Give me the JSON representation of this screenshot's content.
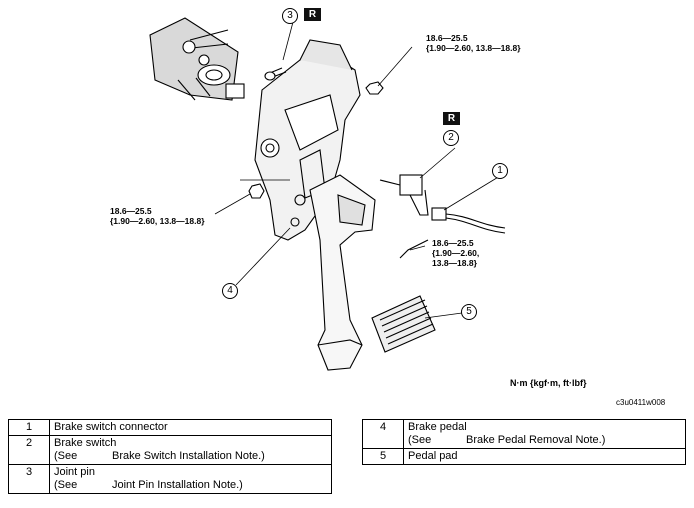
{
  "diagram": {
    "torque_values": {
      "top_right": [
        "18.6—25.5",
        "{1.90—2.60, 13.8—18.8}"
      ],
      "left": [
        "18.6—25.5",
        "{1.90—2.60, 13.8—18.8}"
      ],
      "bottom_right": [
        "18.6—25.5",
        "{1.90—2.60,",
        "13.8—18.8}"
      ]
    },
    "badges": [
      "R",
      "R"
    ],
    "callouts": [
      "1",
      "2",
      "3",
      "4",
      "5"
    ],
    "units": "N·m {kgf·m, ft·lbf}",
    "figure_code": "c3u0411w008"
  },
  "legend_left": [
    {
      "num": "1",
      "name": "Brake switch connector",
      "see": "",
      "note": ""
    },
    {
      "num": "2",
      "name": "Brake switch",
      "see": "(See",
      "note": "Brake Switch Installation Note.)"
    },
    {
      "num": "3",
      "name": "Joint pin",
      "see": "(See",
      "note": "Joint Pin Installation Note.)"
    }
  ],
  "legend_right": [
    {
      "num": "4",
      "name": "Brake pedal",
      "see": "(See",
      "note": "Brake Pedal Removal Note.)"
    },
    {
      "num": "5",
      "name": "Pedal pad",
      "see": "",
      "note": ""
    }
  ]
}
